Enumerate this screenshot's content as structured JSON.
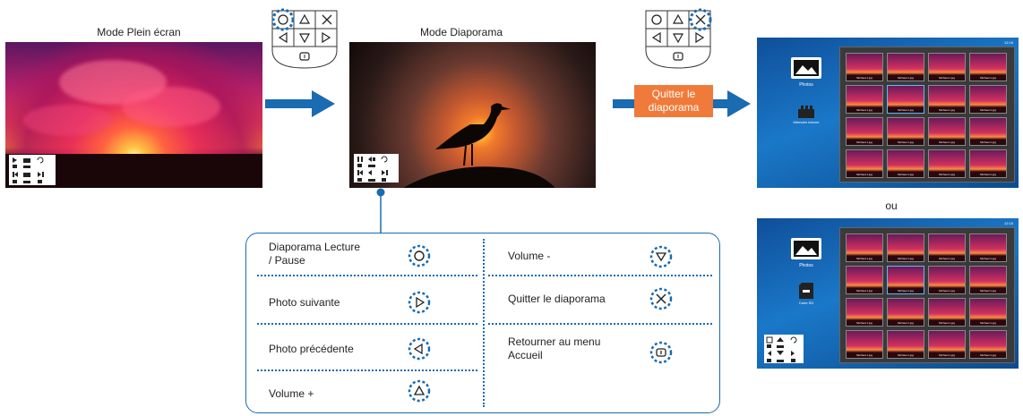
{
  "captions": {
    "fullscreen": "Mode Plein écran",
    "slideshow": "Mode Diaporama",
    "or": "ou"
  },
  "quit_label": "Quitter le diaporama",
  "remote": {
    "buttons": [
      "○",
      "△",
      "×",
      "◁",
      "▽",
      "▷",
      "□"
    ]
  },
  "menu": {
    "photos_label": "Photos",
    "memory_label": "Mémoire interne",
    "sdcard_label": "Carte SD",
    "thumb_label": "Michael-1.jpg",
    "clock": "12:16"
  },
  "legend": {
    "left": [
      {
        "label": "Diaporama Lecture\n/ Pause",
        "icon": "circle-icon"
      },
      {
        "label": "Photo suivante",
        "icon": "triangle-right-icon"
      },
      {
        "label": "Photo précédente",
        "icon": "triangle-left-icon"
      },
      {
        "label": "Volume +",
        "icon": "triangle-up-icon"
      }
    ],
    "right": [
      {
        "label": "Volume -",
        "icon": "triangle-down-icon"
      },
      {
        "label": "Quitter le diaporama",
        "icon": "cross-icon"
      },
      {
        "label": "Retourner au menu\nAccueil",
        "icon": "home-icon"
      }
    ]
  },
  "colors": {
    "accent_blue": "#1a6bb0",
    "orange": "#f07a3a"
  }
}
